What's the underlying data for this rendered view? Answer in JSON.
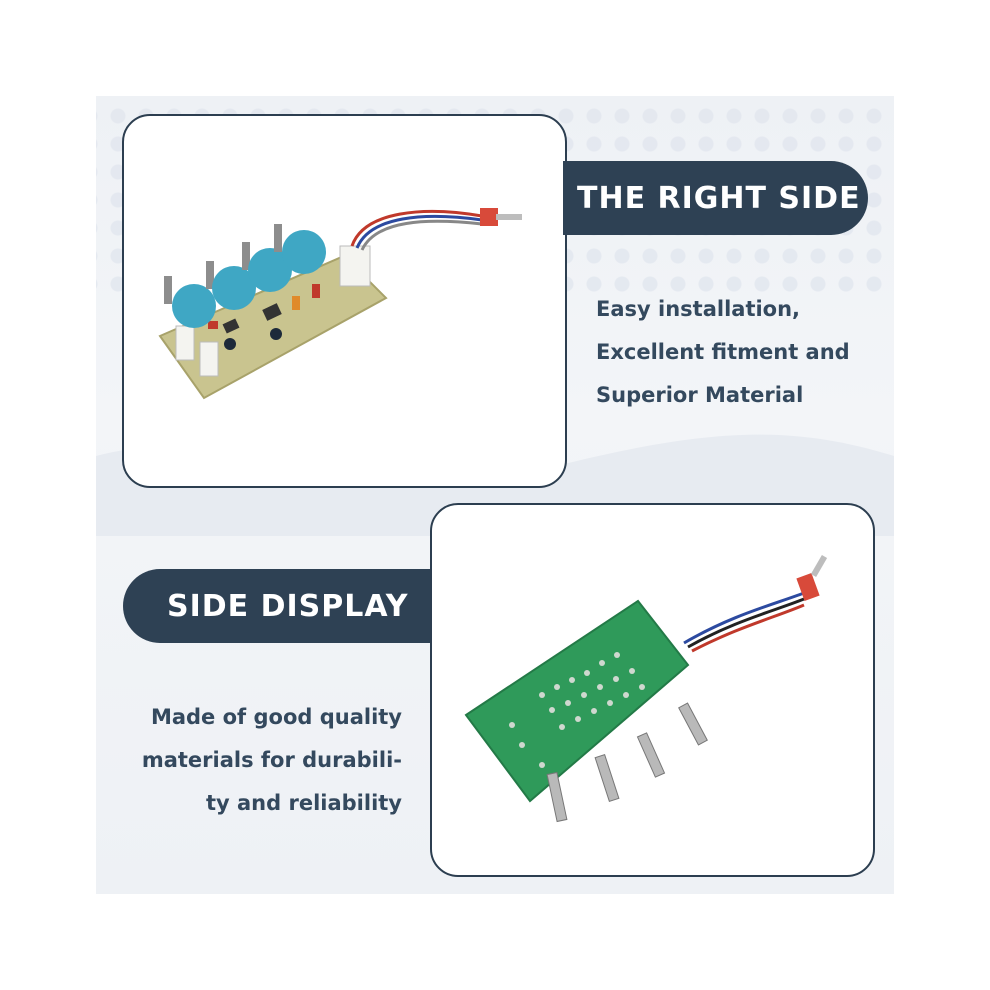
{
  "section_top": {
    "heading": "THE RIGHT SIDE",
    "lines": [
      "Easy installation,",
      "Excellent fitment and",
      "Superior Material"
    ]
  },
  "section_bottom": {
    "heading": "SIDE DISPLAY",
    "lines": [
      "Made of good quality",
      "materials for durabili-",
      "ty and reliability"
    ]
  },
  "colors": {
    "banner": "#2e4154",
    "text": "#34495e",
    "frame_border": "#2c3e50",
    "knob": "#3fa7c4",
    "pcb_top": "#c9c48f",
    "pcb_back": "#2f9a5a"
  }
}
